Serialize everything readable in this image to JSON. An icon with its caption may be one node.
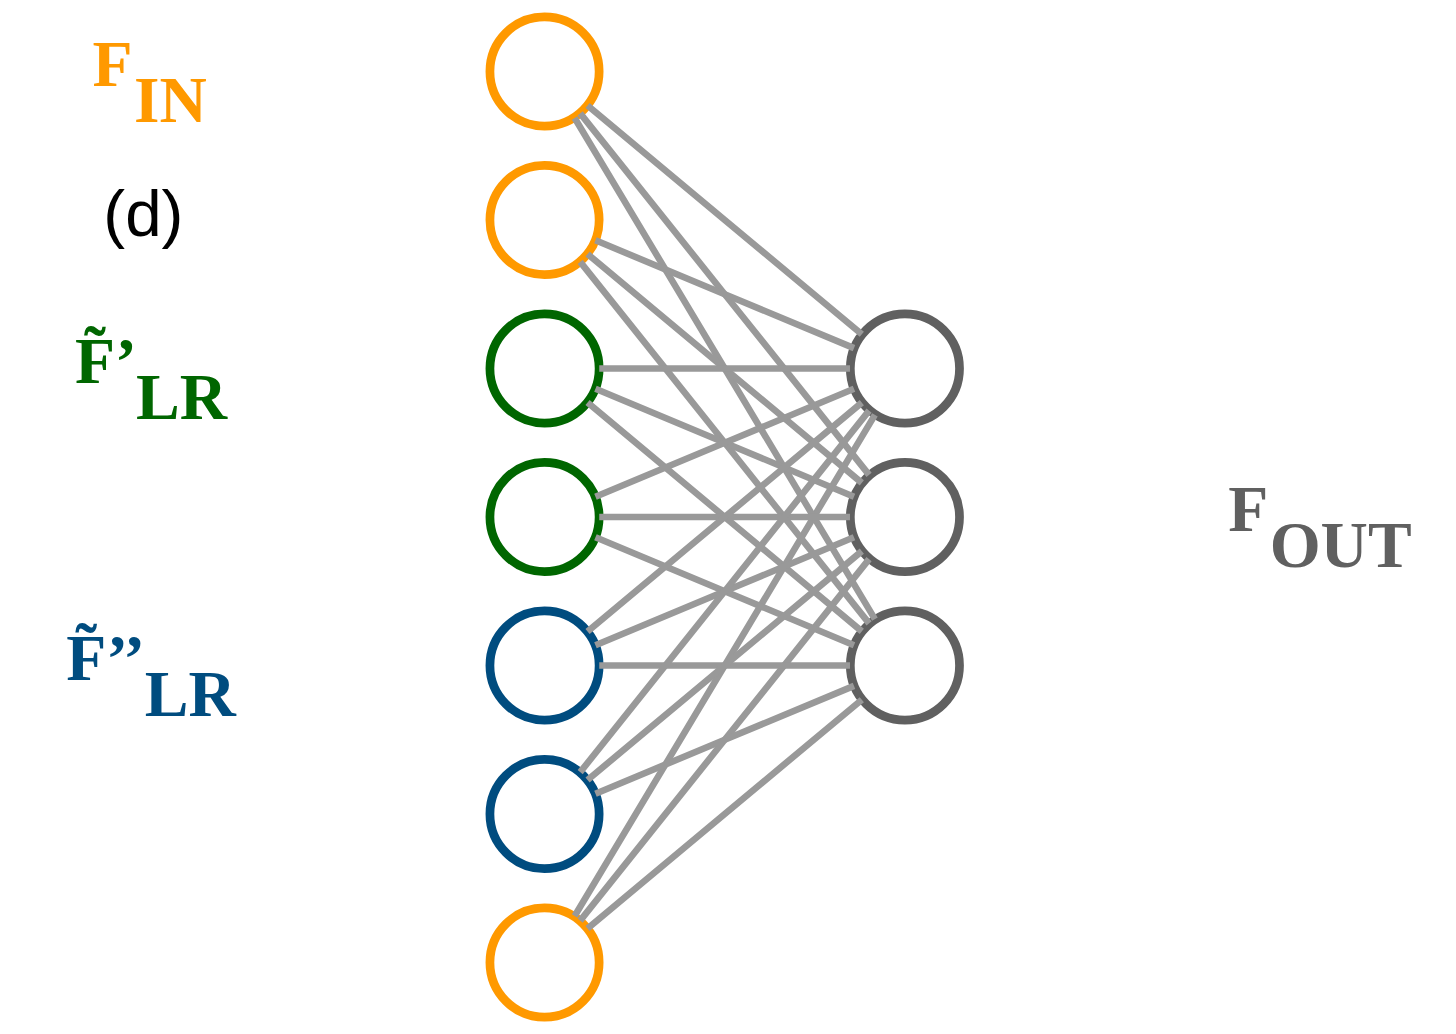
{
  "diagram": {
    "nodes": [
      {
        "text": [],
        "shape": "circle"
      },
      {
        "text": [],
        "shape": "circle"
      },
      {
        "text": [],
        "shape": "circle"
      },
      {
        "text": [],
        "shape": "circle"
      },
      {
        "text": [],
        "shape": "circle"
      },
      {
        "text": [],
        "shape": "circle"
      },
      {
        "text": [],
        "shape": "circle"
      },
      {
        "text": [],
        "shape": "circle"
      },
      {
        "text": [],
        "shape": "circle"
      },
      {
        "text": [],
        "shape": "circle"
      }
    ],
    "edges": [
      {
        "from": 0,
        "to": 7,
        "arrow": "none"
      },
      {
        "from": 0,
        "to": 8,
        "arrow": "none"
      },
      {
        "from": 0,
        "to": 9,
        "arrow": "none"
      },
      {
        "from": 1,
        "to": 7,
        "arrow": "none"
      },
      {
        "from": 1,
        "to": 8,
        "arrow": "none"
      },
      {
        "from": 1,
        "to": 9,
        "arrow": "none"
      },
      {
        "from": 2,
        "to": 7,
        "arrow": "none"
      },
      {
        "from": 2,
        "to": 8,
        "arrow": "none"
      },
      {
        "from": 2,
        "to": 9,
        "arrow": "none"
      },
      {
        "from": 3,
        "to": 7,
        "arrow": "none"
      },
      {
        "from": 3,
        "to": 8,
        "arrow": "none"
      },
      {
        "from": 3,
        "to": 9,
        "arrow": "none"
      },
      {
        "from": 4,
        "to": 7,
        "arrow": "none"
      },
      {
        "from": 4,
        "to": 8,
        "arrow": "none"
      },
      {
        "from": 4,
        "to": 9,
        "arrow": "none"
      },
      {
        "from": 5,
        "to": 7,
        "arrow": "none"
      },
      {
        "from": 5,
        "to": 8,
        "arrow": "none"
      },
      {
        "from": 5,
        "to": 9,
        "arrow": "none"
      },
      {
        "from": 6,
        "to": 7,
        "arrow": "none"
      },
      {
        "from": 6,
        "to": 8,
        "arrow": "none"
      },
      {
        "from": 6,
        "to": 9,
        "arrow": "none"
      }
    ],
    "labels": [
      "F$_{IN}$",
      "(d)",
      "F̃’$_{LR}$",
      "F$_{OUT}$",
      "F̃’’$_{LR}$"
    ]
  }
}
